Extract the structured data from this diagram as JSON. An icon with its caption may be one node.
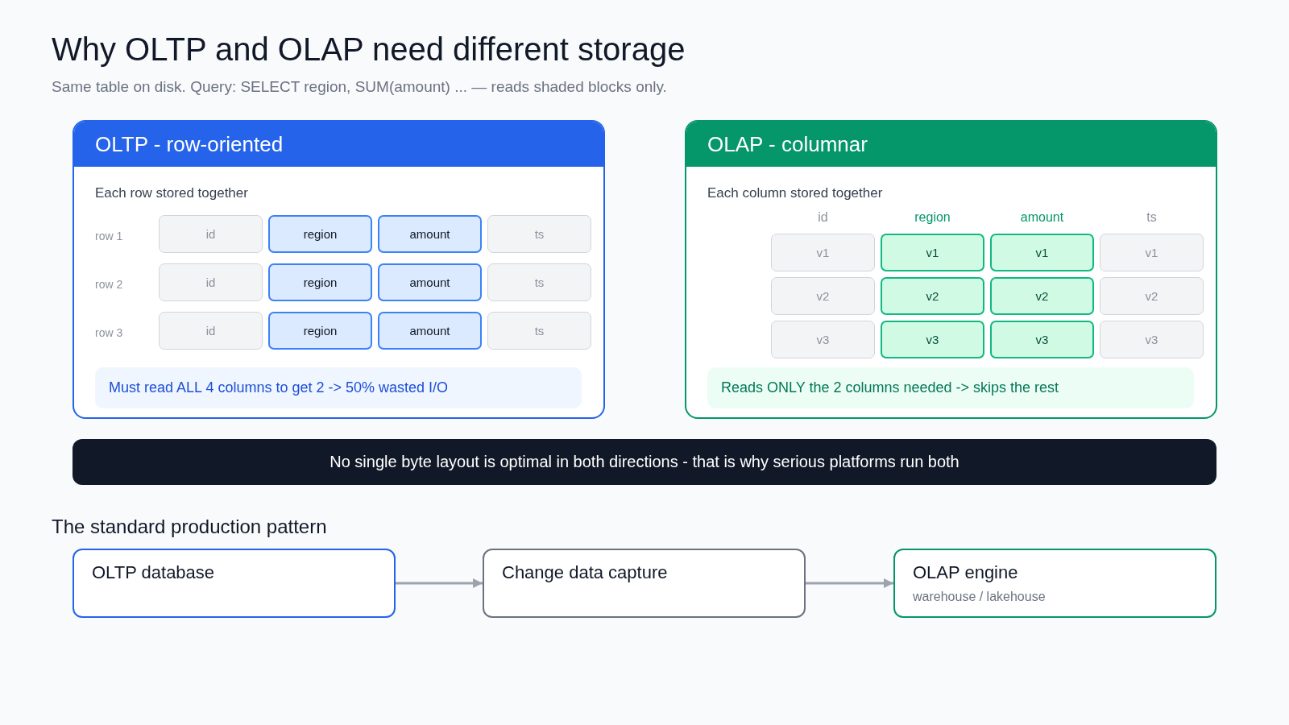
{
  "diagram": {
    "title": "Why OLTP and OLAP need different storage",
    "nodes": [
      {
        "text": [
          "OLTP - row-oriented",
          "Each row stored together"
        ]
      },
      {
        "text": [
          "id"
        ],
        "in": 0
      },
      {
        "text": [
          "region"
        ],
        "in": 0
      },
      {
        "text": [
          "amount"
        ],
        "in": 0
      },
      {
        "text": [
          "ts"
        ],
        "in": 0
      },
      {
        "text": [
          "id"
        ],
        "in": 0
      },
      {
        "text": [
          "region"
        ],
        "in": 0
      },
      {
        "text": [
          "amount"
        ],
        "in": 0
      },
      {
        "text": [
          "ts"
        ],
        "in": 0
      },
      {
        "text": [
          "id"
        ],
        "in": 0
      },
      {
        "text": [
          "region"
        ],
        "in": 0
      },
      {
        "text": [
          "amount"
        ],
        "in": 0
      },
      {
        "text": [
          "ts"
        ],
        "in": 0
      },
      {
        "text": [
          "Must read ALL 4 columns to get 2 -> 50% wasted I/O"
        ],
        "in": 0
      },
      {
        "text": [
          "OLAP - columnar",
          "Each column stored together"
        ]
      },
      {
        "text": [
          "v1"
        ],
        "in": 14
      },
      {
        "text": [
          "v1"
        ],
        "in": 14
      },
      {
        "text": [
          "v1"
        ],
        "in": 14
      },
      {
        "text": [
          "v1"
        ],
        "in": 14
      },
      {
        "text": [
          "v2"
        ],
        "in": 14
      },
      {
        "text": [
          "v2"
        ],
        "in": 14
      },
      {
        "text": [
          "v2"
        ],
        "in": 14
      },
      {
        "text": [
          "v2"
        ],
        "in": 14
      },
      {
        "text": [
          "v3"
        ],
        "in": 14
      },
      {
        "text": [
          "v3"
        ],
        "in": 14
      },
      {
        "text": [
          "v3"
        ],
        "in": 14
      },
      {
        "text": [
          "v3"
        ],
        "in": 14
      },
      {
        "text": [
          "Reads ONLY the 2 columns needed -> skips the rest"
        ],
        "in": 14
      },
      {
        "text": [
          "No single byte layout is optimal in both directions - that is why serious platforms run both"
        ]
      },
      {
        "text": [
          "OLTP database"
        ]
      },
      {
        "text": [
          "Change data capture"
        ]
      },
      {
        "text": [
          "OLAP engine",
          "warehouse / lakehouse"
        ]
      }
    ],
    "edges": [
      {
        "from": 29,
        "to": 30,
        "arrow": "to"
      },
      {
        "from": 30,
        "to": 31,
        "arrow": "to"
      }
    ],
    "labels": [
      "Same table on disk. Query: SELECT region, SUM(amount) ... — reads shaded blocks only.",
      "row 1",
      "row 2",
      "row 3",
      "id",
      "region",
      "amount",
      "ts",
      "The standard production pattern"
    ]
  }
}
